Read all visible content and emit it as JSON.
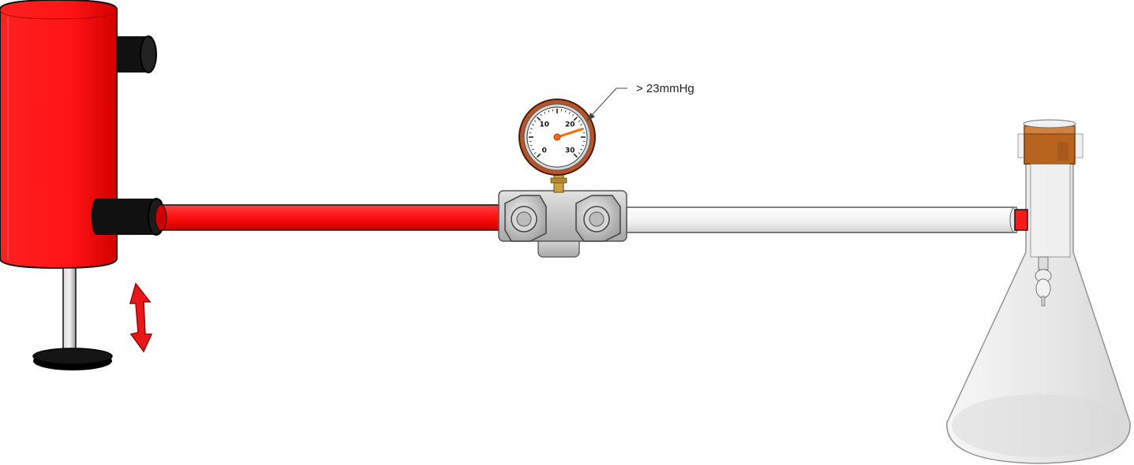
{
  "callout": {
    "label": "> 23mmHg"
  },
  "gauge": {
    "ticks": [
      "0",
      "10",
      "20",
      "30"
    ],
    "reading": 23,
    "max": 30
  },
  "colors": {
    "reservoir": "#ff1a1a",
    "tube_red": "#ff1a1a",
    "tube_white": "#f4f4f4",
    "arrow": "#e81818",
    "manifold": "#c8c8c8",
    "gauge_rim": "#b8542a",
    "needle": "#ff6a00",
    "flask_glass": "#e6e6e6",
    "stopper": "#b8641e"
  },
  "icons": {
    "double_arrow": "vertical-double-arrow-icon"
  }
}
